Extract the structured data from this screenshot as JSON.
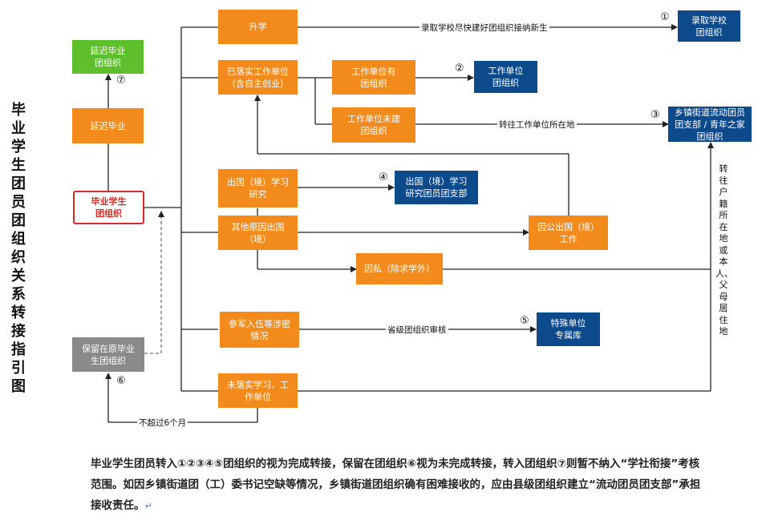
{
  "title": "毕业学生团员团组织关系转接指引图",
  "nodes": {
    "shengxue": "升学",
    "luoshi": "已落实工作单位\n（含自主创业）",
    "youtuan": "工作单位有\n团组织",
    "weijian": "工作单位未建\n团组织",
    "chuguo": "出国（境）学习\n研究",
    "qita": "其他原因出国\n（境）",
    "yingong": "因公出国（境）\n工作",
    "yinsi": "因私（除求学外）",
    "canjun": "参军入伍等涉密\n情况",
    "weiluoshi": "未落实学习、工\n作单位",
    "yanchi": "延迟毕业",
    "yanchituan": "延迟毕业\n团组织",
    "biye": "毕业学生\n团组织",
    "baoliu": "保留在原毕业\n生团组织",
    "luqu": "录取学校\n团组织",
    "danwei": "工作单位\n团组织",
    "xiangzhen": "乡镇街道流动团员\n团支部 / 青年之家\n团组织",
    "chuguozhibu": "出国（境）学习\n研究团员团支部",
    "teshu": "特殊单位\n专属库"
  },
  "numbers": {
    "n1": "①",
    "n2": "②",
    "n3": "③",
    "n4": "④",
    "n5": "⑤",
    "n6": "⑥",
    "n7": "⑦"
  },
  "edge_labels": {
    "luqu": "录取学校尽快建好团组织接纳新生",
    "zhuanwang": "转往工作单位所在地",
    "shenhe": "省级团组织审核",
    "buchaoguo": "不超过6个月",
    "huji": "转往户籍所在地或本人、父母居住地"
  },
  "note": {
    "text": "毕业学生团员转入①②③④⑤团组织的视为完成转接，保留在团组织⑥视为未完成转接，转入团组织⑦则暂不纳入“学社衔接”考核范围。如因乡镇街道团（工）委书记空缺等情况，乡镇街道团组织确有困难接收的，应由县级团组织建立“流动团员团支部”承担接收责任。",
    "return_mark": "↵"
  },
  "colors": {
    "orange": "#f38b1c",
    "navy": "#0d4a8c",
    "green": "#5fbe2b",
    "gray": "#8a8a8a",
    "red": "#d42b2b"
  }
}
